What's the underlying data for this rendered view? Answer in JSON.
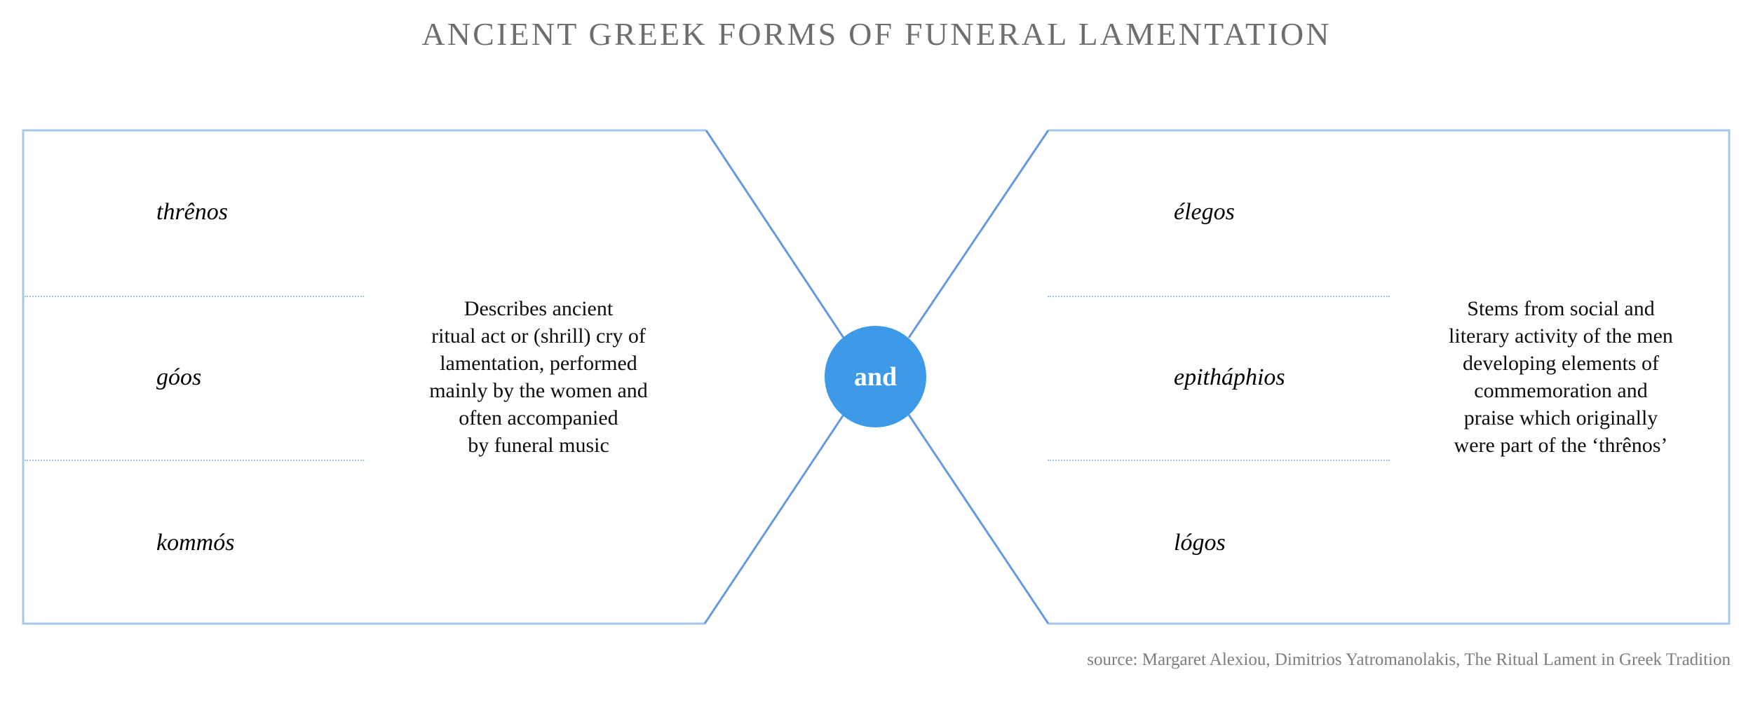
{
  "title": "ANCIENT GREEK FORMS OF FUNERAL LAMENTATION",
  "colors": {
    "hub_fill": "#3d9ae8",
    "hub_text": "#ffffff",
    "panel_border": "#a8c8e8",
    "connector_line": "#6699dd",
    "dotted_separator": "#9fc2e6",
    "title_text": "#6e6e6e",
    "body_text": "#0d0d0d",
    "source_text": "#7d7d7d",
    "background": "#ffffff"
  },
  "center": {
    "label": "and"
  },
  "left_panel": {
    "terms": [
      {
        "label": "thrênos"
      },
      {
        "label": "góos"
      },
      {
        "label": "kommós"
      }
    ],
    "description": "Describes ancient\nritual act or (shrill) cry of\nlamentation, performed\nmainly by the women and\noften accompanied\nby funeral music"
  },
  "right_panel": {
    "terms": [
      {
        "label": "élegos"
      },
      {
        "label": "epitháphios"
      },
      {
        "label": "lógos"
      }
    ],
    "description": "Stems from social and\nliterary activity of the men\ndeveloping elements of\ncommemoration and\npraise which originally\nwere part of the ‘thrênos’"
  },
  "source": "source: Margaret Alexiou, Dimitrios Yatromanolakis, The Ritual Lament in Greek Tradition"
}
